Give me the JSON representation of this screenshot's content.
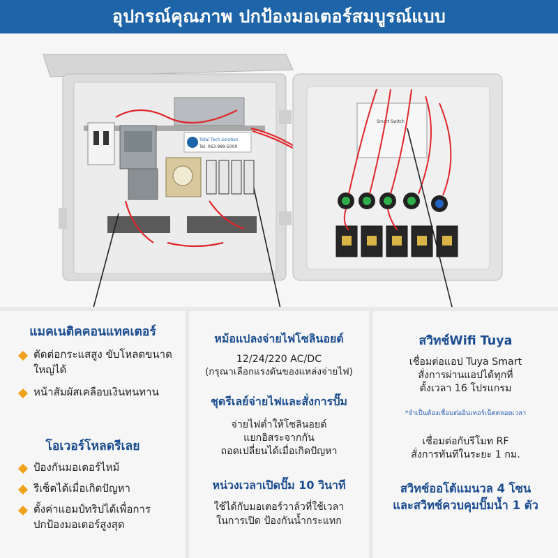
{
  "header": {
    "title": "อุปกรณ์คุณภาพ ปกป้องมอเตอร์สมบูรณ์แบบ"
  },
  "photo": {
    "label_brand": "Total Tech Solution",
    "label_phone": "Tel. 063-989-5000",
    "smart_switch_label": "Smart Switch"
  },
  "left": {
    "title1": "แมคเนติคคอนแทคเตอร์",
    "bullets1": [
      "ตัดต่อกระแสสูง ขับโหลดขนาดใหญ่ได้",
      "หน้าสัมผัสเคลือบเงินทนทาน"
    ],
    "title2": "โอเวอร์โหลดรีเลย",
    "bullets2": [
      "ป้องกันมอเตอร์ไหม้",
      "รีเซ็ตได้เมื่อเกิดปัญหา",
      "ตั้งค่าแอมป์ทริปได้เพื่อการปกป้องมอเตอร์สูงสุด"
    ]
  },
  "mid": {
    "title1": "หม้อแปลงจ่ายไฟโซลินอยด์",
    "text1_l1": "12/24/220 AC/DC",
    "text1_l2": "(กรุณาเลือกแรงดันของแหล่งจ่ายไฟ)",
    "title2": "ชุดรีเลย์จ่ายไฟและสั่งการปั๊ม",
    "text2_l1": "จ่ายไฟต่ำให้โซลินอยด์",
    "text2_l2": "แยกอิสระจากกัน",
    "text2_l3": "ถอดเปลี่ยนได้เมื่อเกิดปัญหา",
    "title3": "หน่วงเวลาเปิดปั๊ม 10 วินาที",
    "text3_l1": "ใช้ได้กับมอเตอร์วาล์วที่ใช้เวลา",
    "text3_l2": "ในการเปิด ป้องกันน้ำกระแทก"
  },
  "right": {
    "title1": "สวิทช์Wifi Tuya",
    "text1_l1": "เชื่อมต่อแอป Tuya Smart",
    "text1_l2": "สั่งการผ่านแอปได้ทุกที่",
    "text1_l3": "ตั้งเวลา 16 โปรแกรม",
    "note": "*จำเป็นต้องเชื่อมต่ออินเทอร์เน็ตตลอดเวลา",
    "text2_l1": "เชื่อมต่อกับรีโมท RF",
    "text2_l2": "สั่งการทันทีในระยะ 1 กม.",
    "title2_l1": "สวิทช์ออโต้แมนวล 4 โซน",
    "title2_l2": "และสวิทช์ควบคุมปั๊มน้ำ 1 ตัว"
  },
  "colors": {
    "header": "#1e64a8",
    "title": "#1a4c8f",
    "bullet": "#f0a21c",
    "wire": "#e0262a"
  }
}
